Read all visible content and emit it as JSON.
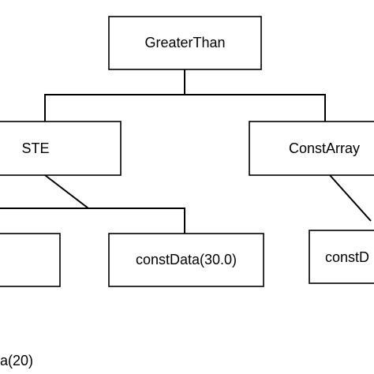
{
  "nodes": {
    "root": {
      "label": "GreaterThan"
    },
    "left": {
      "label": "STE"
    },
    "right": {
      "label": "ConstArray"
    },
    "left_left": {
      "label": ""
    },
    "left_right": {
      "label": "constData(30.0)"
    },
    "right_child": {
      "label": "constD"
    }
  },
  "caption": {
    "text": "a(20)"
  }
}
